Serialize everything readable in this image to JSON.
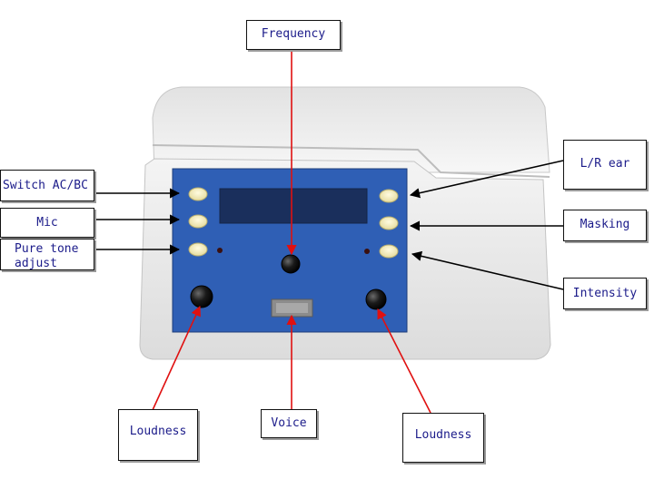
{
  "labels": {
    "frequency": "Frequency",
    "switch_ac_bc": "Switch AC/BC",
    "mic": "Mic",
    "pure_tone_line1": "Pure tone",
    "pure_tone_line2": "adjust",
    "lr_ear": "L/R ear",
    "masking": "Masking",
    "intensity": "Intensity",
    "loudness_left": "Loudness",
    "voice": "Voice",
    "loudness_right": "Loudness"
  },
  "colors": {
    "arrow_red": "#e01010",
    "arrow_black": "#000000",
    "panel_blue": "#2f5fb5",
    "label_text": "#1b1b8a",
    "device_body": "#e9e9e9"
  }
}
